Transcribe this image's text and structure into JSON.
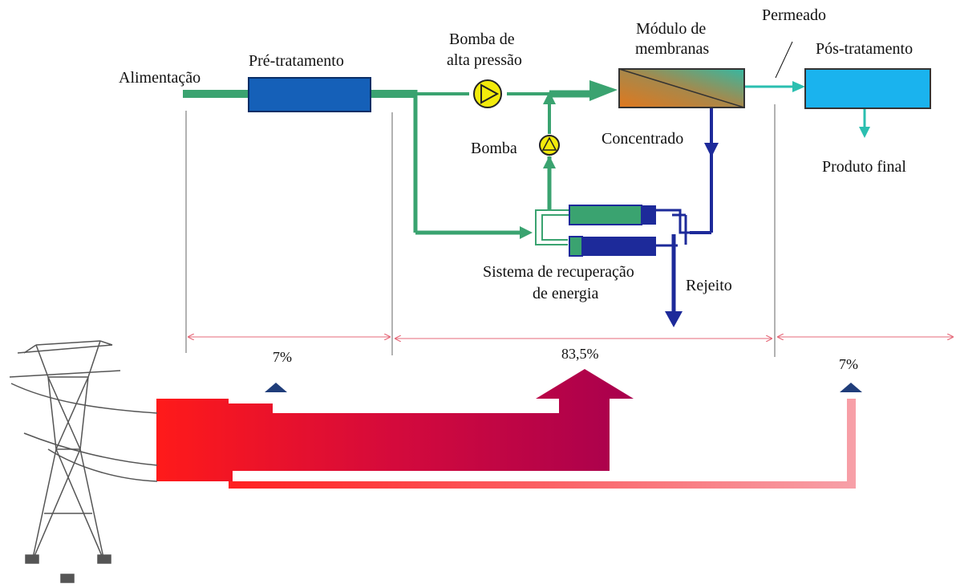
{
  "labels": {
    "alimentacao": "Alimentação",
    "pre_tratamento": "Pré-tratamento",
    "bomba_alta_1": "Bomba de",
    "bomba_alta_2": "alta pressão",
    "modulo_1": "Módulo de",
    "modulo_2": "membranas",
    "permeado": "Permeado",
    "pos_tratamento": "Pós-tratamento",
    "bomba": "Bomba",
    "concentrado": "Concentrado",
    "produto_final": "Produto final",
    "recuperacao_1": "Sistema de recuperação",
    "recuperacao_2": "de energia",
    "rejeito": "Rejeito"
  },
  "energy_shares": {
    "pre_treatment": "7%",
    "ro_section": "83,5%",
    "post_treatment": "7%"
  },
  "colors": {
    "feed_green": "#3aa370",
    "pretreat_blue": "#1560b8",
    "pump_yellow": "#f2ea0c",
    "posttreat_cyan": "#1ab3ee",
    "concentrate_navy": "#1d2a9a",
    "permeate_teal": "#2bbfb0",
    "energy_red": "#ff1a1a",
    "energy_crimson": "#b0004a",
    "dimension_pink": "#e66a7a",
    "marker_navy": "#1f3d7a"
  }
}
